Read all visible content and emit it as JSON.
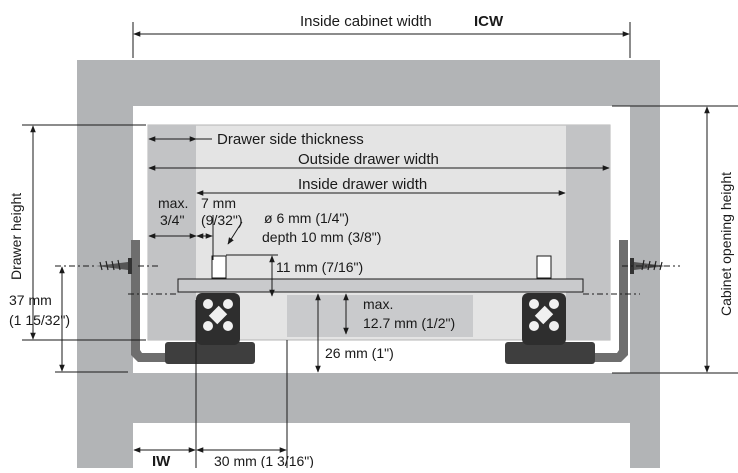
{
  "labels": {
    "icw_text": "Inside cabinet width",
    "icw_abbr": "ICW",
    "drawer_side_thickness": "Drawer side thickness",
    "outside_drawer_width": "Outside drawer width",
    "inside_drawer_width": "Inside drawer width",
    "max_label": "max.",
    "max_three_quarter": "3/4\"",
    "seven_mm": "7 mm",
    "seven_mm_inch": "(9/32\")",
    "hole_diameter": "ø 6 mm (1/4\")",
    "hole_depth": "depth 10 mm (3/8\")",
    "eleven_mm": "11 mm (7/16\")",
    "max_bottom_label": "max.",
    "max_bottom_value": "12.7 mm (1/2\")",
    "twentysix_mm": "26 mm (1\")",
    "thirtyseven_mm": "37 mm",
    "thirtyseven_inch": "(1 15/32\")",
    "drawer_height": "Drawer height",
    "cabinet_opening_height": "Cabinet opening height",
    "iw": "IW",
    "thirty_mm": "30 mm (1 3/16\")"
  },
  "colors": {
    "cabinet": "#b2b4b6",
    "drawer_box": "#e4e4e4",
    "drawer_side": "#c2c3c5",
    "bottom_panel": "#c9cacc",
    "rail": "#6e6e6e",
    "line": "#1a1a1a"
  }
}
